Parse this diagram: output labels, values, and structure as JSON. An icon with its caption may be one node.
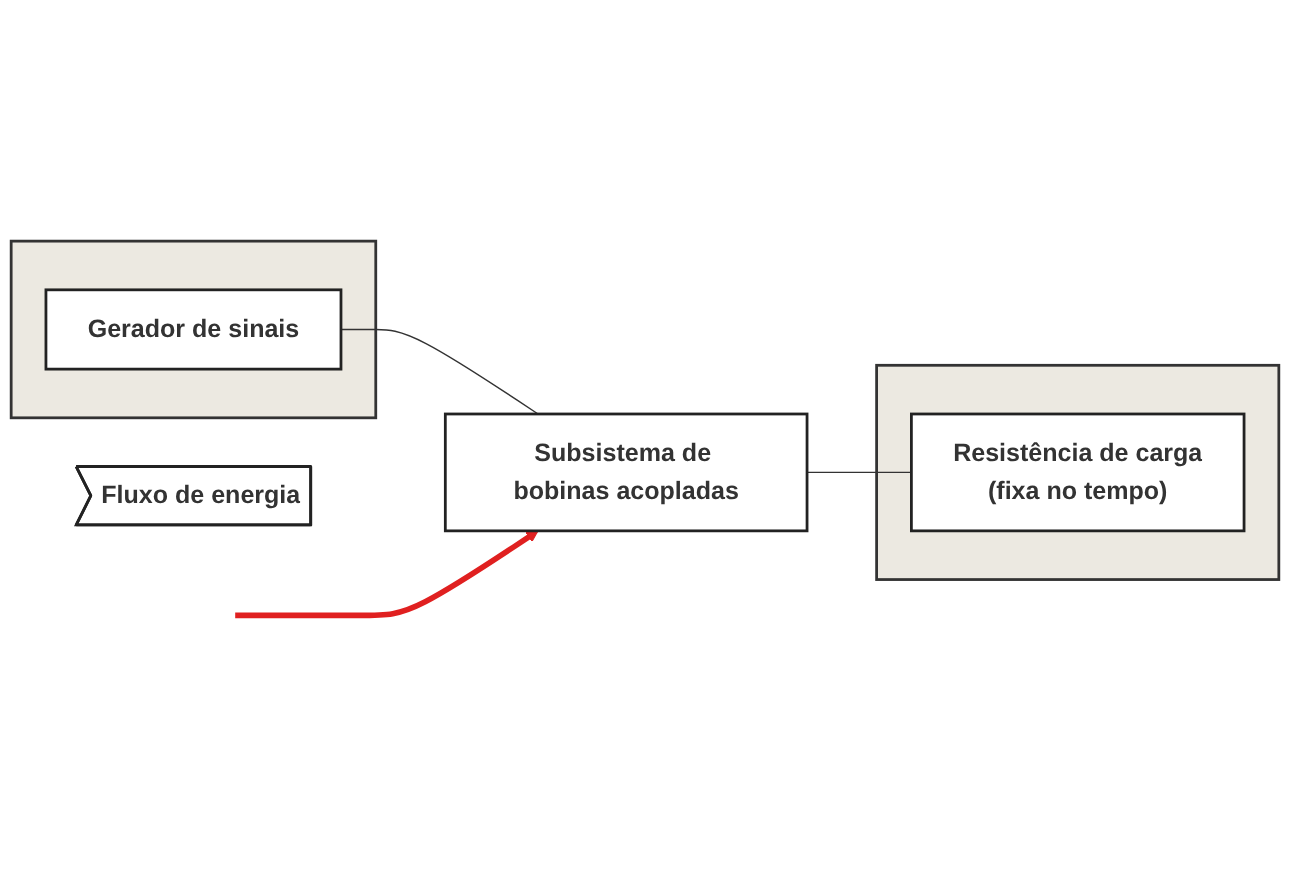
{
  "diagram": {
    "nodes": [
      {
        "text": [],
        "shape": "box"
      },
      {
        "text": [
          "Gerador de sinais"
        ],
        "in": 0
      },
      {
        "text": [
          "Subsistema de bobinas acopladas"
        ]
      },
      {
        "text": [],
        "shape": "box"
      },
      {
        "text": [
          "Resistência de carga",
          "(fixa no tempo)"
        ],
        "in": 3
      },
      {
        "text": [
          "Fluxo de energia"
        ]
      }
    ],
    "edges": [
      {
        "from": 1,
        "to": 2,
        "arrow": "none"
      },
      {
        "from": 2,
        "to": 4,
        "arrow": "none"
      },
      {
        "from": null,
        "to": 2,
        "arrow": "to",
        "color": "#e02020",
        "style": "thick"
      }
    ]
  }
}
